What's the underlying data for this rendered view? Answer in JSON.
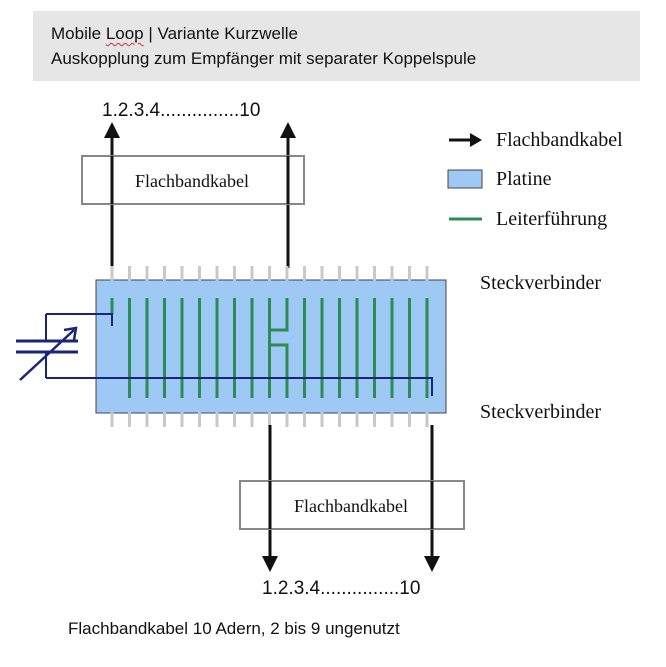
{
  "header": {
    "title_part1": "Mobile ",
    "title_loop": "Loop",
    "title_part2": " | Variante Kurzwelle",
    "subtitle": "Auskopplung zum Empfänger mit separater Koppelspule"
  },
  "top_numbering": "1.2.3.4...............10",
  "bottom_numbering": "1.2.3.4...............10",
  "top_cable_label": "Flachbandkabel",
  "bottom_cable_label": "Flachbandkabel",
  "connector_top_label": "Steckverbinder",
  "connector_bottom_label": "Steckverbinder",
  "legend": [
    {
      "label": "Flachbandkabel",
      "symbol": "arrow"
    },
    {
      "label": "Platine",
      "symbol": "board"
    },
    {
      "label": "Leiterführung",
      "symbol": "trace"
    }
  ],
  "footer_note": "Flachbandkabel 10 Adern, 2 bis 9 ungenutzt",
  "colors": {
    "board_fill": "#9ec9f5",
    "trace": "#2e8b57",
    "coil_wire": "#1a237e",
    "pin": "#c8c8c8",
    "box_border": "#888888"
  }
}
